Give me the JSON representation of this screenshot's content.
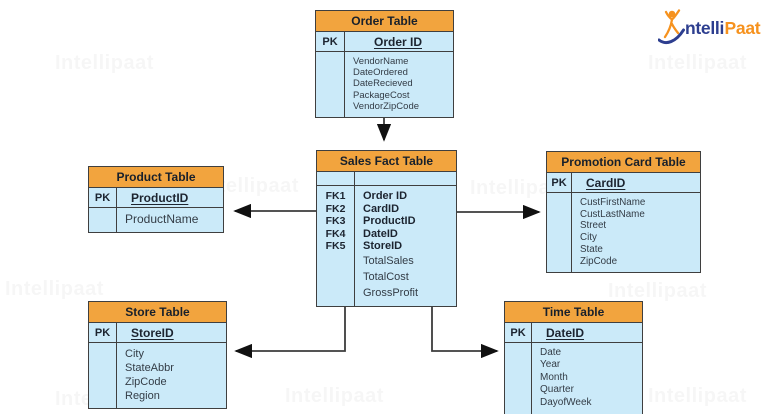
{
  "logo": {
    "part1": "ntelli",
    "part2": "Paat"
  },
  "watermark": {
    "text": "Intellipaat"
  },
  "tables": [
    {
      "id": "order",
      "title": "Order Table",
      "pk_label": "PK",
      "pk_field": "Order ID",
      "fields": [
        "VendorName",
        "DateOrdered",
        "DateRecieved",
        "PackageCost",
        "VendorZipCode"
      ]
    },
    {
      "id": "sales_fact",
      "title": "Sales Fact Table",
      "pk_label": "",
      "pk_field": "",
      "body_keys": [
        "FK1",
        "FK2",
        "FK3",
        "FK4",
        "FK5"
      ],
      "fields": [
        "Order ID",
        "CardID",
        "ProductID",
        "DateID",
        "StoreID",
        "TotalSales",
        "TotalCost",
        "GrossProfit"
      ],
      "bold_count": 5
    },
    {
      "id": "product",
      "title": "Product Table",
      "pk_label": "PK",
      "pk_field": "ProductID",
      "fields": [
        "ProductName"
      ]
    },
    {
      "id": "promotion",
      "title": "Promotion Card Table",
      "pk_label": "PK",
      "pk_field": "CardID",
      "fields": [
        "CustFirstName",
        "CustLastName",
        "Street",
        "City",
        "State",
        "ZipCode"
      ]
    },
    {
      "id": "store",
      "title": "Store Table",
      "pk_label": "PK",
      "pk_field": "StoreID",
      "fields": [
        "City",
        "StateAbbr",
        "ZipCode",
        "Region"
      ]
    },
    {
      "id": "time",
      "title": "Time Table",
      "pk_label": "PK",
      "pk_field": "DateID",
      "fields": [
        "Date",
        "Year",
        "Month",
        "Quarter",
        "DayofWeek"
      ]
    }
  ],
  "colors": {
    "header_bg": "#F2A43E",
    "body_bg": "#CBEAF9",
    "border": "#3F3F3F",
    "arrow": "#1A1A1A",
    "logo_blue": "#2D3E8F",
    "logo_orange": "#F6921E"
  }
}
